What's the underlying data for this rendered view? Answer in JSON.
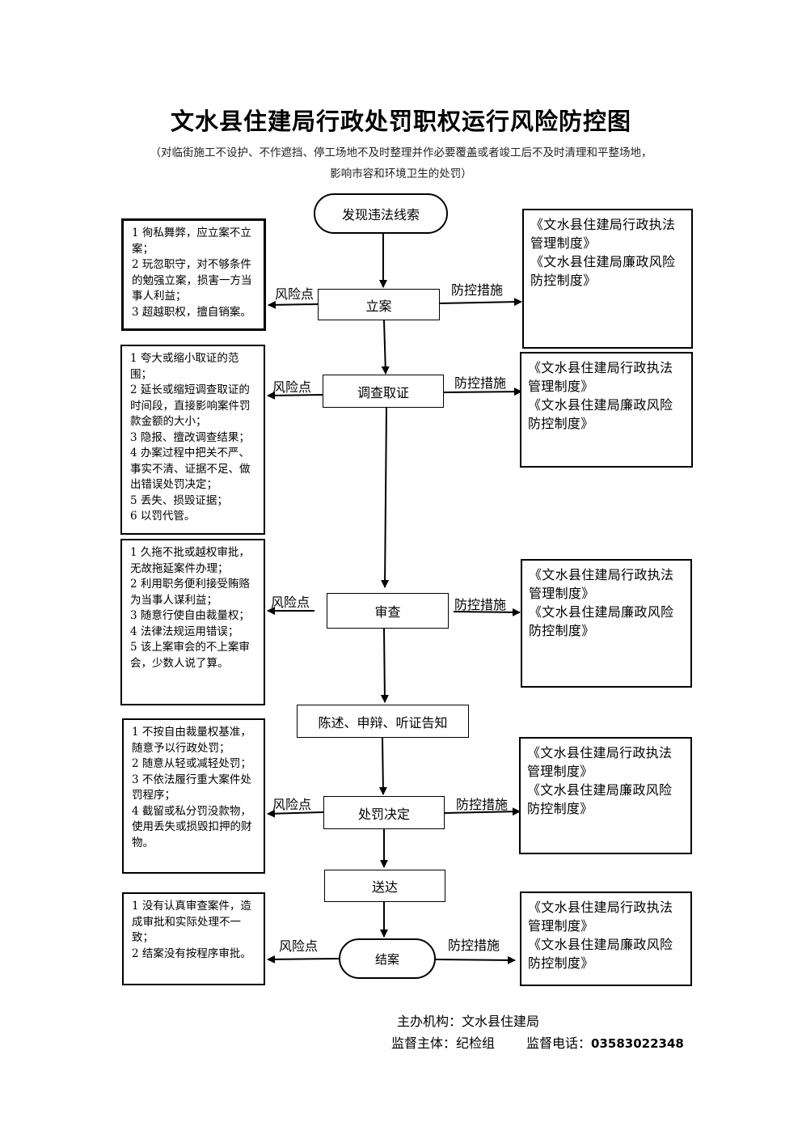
{
  "title": "文水县住建局行政处罚职权运行风险防控图",
  "subtitle": {
    "line1": "（对临街施工不设护、不作遮挡、停工场地不及时整理并作必要覆盖或者竣工后不及时清理和平整场地，",
    "line2": "影响市容和环境卫生的处罚）"
  },
  "steps": {
    "start": "发现违法线索",
    "filing": "立案",
    "investigation": "调查取证",
    "review": "审查",
    "notice": "陈述、申辩、听证告知",
    "decision": "处罚决定",
    "delivery": "送达",
    "close": "结案"
  },
  "labels": {
    "risk": "风险点",
    "control": "防控措施"
  },
  "risks": {
    "filing": [
      "1 徇私舞弊，应立案不立案；",
      "2 玩忽职守，对不够条件的勉强立案，损害一方当事人利益；",
      "3 超越职权，擅自销案。"
    ],
    "investigation": [
      "1 夸大或缩小取证的范围；",
      "2 延长或缩短调查取证的时间段，直接影响案件罚款金额的大小；",
      "3 隐报、擅改调查结果；",
      "4 办案过程中把关不严、事实不清、证据不足、做出错误处罚决定；",
      "5 丢失、损毁证据；",
      "6 以罚代管。"
    ],
    "review": [
      "1 久拖不批或越权审批，无故拖延案件办理；",
      "2 利用职务便利接受贿赂为当事人谋利益；",
      "3 随意行使自由裁量权；",
      "4 法律法规运用错误；",
      "5 该上案审会的不上案审会，少数人说了算。"
    ],
    "decision": [
      "1 不按自由裁量权基准，随意予以行政处罚；",
      "2 随意从轻或减轻处罚；",
      "3 不依法履行重大案件处罚程序；",
      "4 截留或私分罚没款物，使用丢失或损毁扣押的财物。"
    ],
    "close": [
      "1 没有认真审查案件，造成审批和实际处理不一致；",
      "2 结案没有按程序审批。"
    ]
  },
  "measures": {
    "line1": "《文水县住建局行政执法管理制度》",
    "line2": "《文水县住建局廉政风险防控制度》"
  },
  "footer": {
    "host": "主办机构：文水县住建局",
    "supervisor": "监督主体：纪检组",
    "phone_label": "监督电话：",
    "phone": "03583022348"
  }
}
